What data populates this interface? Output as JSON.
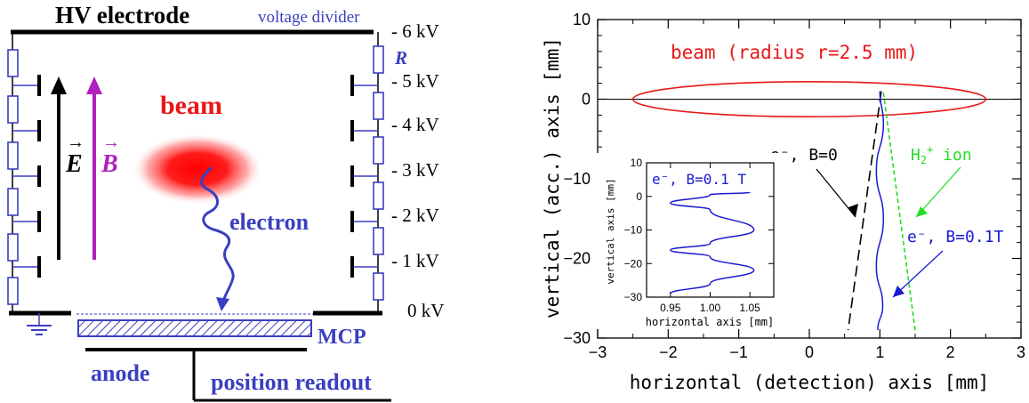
{
  "colors": {
    "blue": "#3a3fc0",
    "magenta": "#b020c0",
    "red": "#e81818",
    "green": "#22dd22",
    "trajectory_blue": "#1a1ad0",
    "black": "#000000"
  },
  "left_panel": {
    "hv_electrode": "HV electrode",
    "voltage_divider": "voltage divider",
    "resistor_label": "R",
    "voltages": [
      "- 6 kV",
      "- 5 kV",
      "- 4 kV",
      "- 3 kV",
      "- 2 kV",
      "- 1 kV",
      "0 kV"
    ],
    "beam": "beam",
    "electron": "electron",
    "e_field": "E",
    "b_field": "B",
    "mcp": "MCP",
    "anode": "anode",
    "position_readout": "position readout"
  },
  "right_panel": {
    "beam_label": "beam (radius r=2.5 mm)",
    "e_b0_label": "e⁻, B=0",
    "h2_label_main": "H",
    "h2_sub": "2",
    "h2_sup": "+",
    "h2_ion": " ion",
    "e_b01_label": "e⁻, B=0.1T",
    "inset_label": "e⁻, B=0.1 T"
  },
  "chart_data": [
    {
      "type": "line",
      "title": "",
      "xlabel": "horizontal (detection) axis [mm]",
      "ylabel": "vertical (acc.) axis [mm]",
      "xlim": [
        -3,
        3
      ],
      "ylim": [
        -30,
        10
      ],
      "x_ticks": [
        "−3",
        "−2",
        "−1",
        "0",
        "1",
        "2",
        "3"
      ],
      "y_ticks": [
        "−30",
        "−20",
        "−10",
        "0",
        "10"
      ],
      "series": [
        {
          "name": "beam (radius r=2.5 mm)",
          "shape": "ellipse",
          "center": [
            0,
            0
          ],
          "rx": 2.5,
          "ry": 2.2,
          "color": "red"
        },
        {
          "name": "e⁻, B=0",
          "style": "dashed",
          "color": "black",
          "points": [
            [
              1.02,
              1.0
            ],
            [
              0.55,
              -29
            ]
          ]
        },
        {
          "name": "H₂⁺ ion",
          "style": "dashed",
          "color": "green",
          "points": [
            [
              1.05,
              0.8
            ],
            [
              1.5,
              -29
            ]
          ]
        },
        {
          "name": "e⁻, B=0.1T",
          "style": "solid",
          "color": "blue",
          "points": [
            [
              1.0,
              1.0
            ],
            [
              1.05,
              -3
            ],
            [
              0.95,
              -9
            ],
            [
              1.05,
              -15
            ],
            [
              0.95,
              -21
            ],
            [
              1.04,
              -26
            ],
            [
              0.97,
              -29
            ]
          ]
        }
      ]
    },
    {
      "type": "line",
      "title": "",
      "xlabel": "horizontal axis [mm]",
      "ylabel": "vertical axis [mm]",
      "xlim": [
        0.92,
        1.08
      ],
      "ylim": [
        -30,
        10
      ],
      "x_ticks": [
        "0.95",
        "1.00",
        "1.05"
      ],
      "y_ticks": [
        "−30",
        "−20",
        "−10",
        "0",
        "10"
      ],
      "series": [
        {
          "name": "e⁻, B=0.1 T",
          "style": "solid",
          "color": "blue",
          "points": [
            [
              1.05,
              1.2
            ],
            [
              1.0,
              0.5
            ],
            [
              0.95,
              -2
            ],
            [
              1.0,
              -4
            ],
            [
              1.055,
              -10
            ],
            [
              1.0,
              -14
            ],
            [
              0.95,
              -16
            ],
            [
              1.0,
              -18
            ],
            [
              1.055,
              -22
            ],
            [
              1.0,
              -26
            ],
            [
              0.95,
              -29
            ]
          ]
        }
      ]
    }
  ]
}
